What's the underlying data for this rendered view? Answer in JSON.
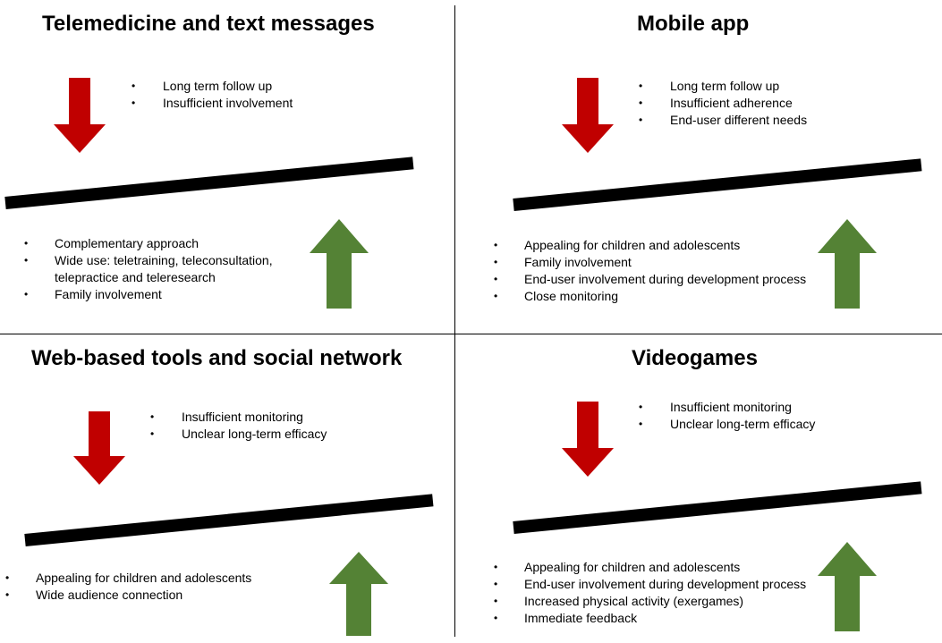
{
  "colors": {
    "down_arrow": "#c00000",
    "up_arrow": "#548235",
    "beam": "#000000"
  },
  "quadrants": [
    {
      "title": "Telemedicine and text messages",
      "negatives": [
        "Long term follow up",
        "Insufficient involvement"
      ],
      "positives": [
        "Complementary approach",
        "Wide use: teletraining, teleconsultation, telepractice and teleresearch",
        "Family involvement"
      ]
    },
    {
      "title": "Mobile app",
      "negatives": [
        "Long term follow up",
        "Insufficient adherence",
        "End-user different needs"
      ],
      "positives": [
        "Appealing for children and adolescents",
        "Family involvement",
        "End-user involvement during development process",
        "Close monitoring"
      ]
    },
    {
      "title": "Web-based tools and social network",
      "negatives": [
        "Insufficient monitoring",
        "Unclear long-term efficacy"
      ],
      "positives": [
        "Appealing for children and adolescents",
        "Wide audience connection"
      ]
    },
    {
      "title": "Videogames",
      "negatives": [
        "Insufficient monitoring",
        "Unclear long-term efficacy"
      ],
      "positives": [
        "Appealing for children and adolescents",
        "End-user involvement during development process",
        "Increased physical activity (exergames)",
        "Immediate feedback"
      ]
    }
  ]
}
